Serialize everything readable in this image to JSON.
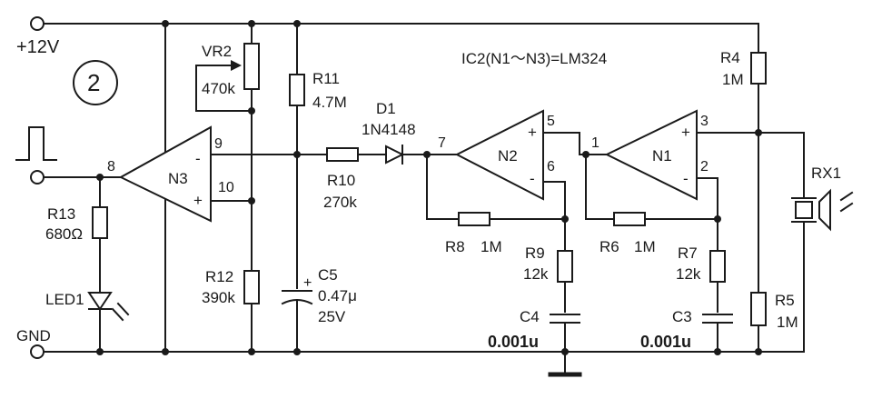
{
  "colors": {
    "ink": "#1a1a1a",
    "paper": "#ffffff"
  },
  "title": {
    "figure_number": "2",
    "ic_note": "IC2(N1～N3)=LM324"
  },
  "power": {
    "vcc": "+12V",
    "gnd": "GND"
  },
  "opamps": {
    "n1": {
      "name": "N1",
      "pin_plus": "3",
      "pin_minus": "2",
      "pin_out": "1"
    },
    "n2": {
      "name": "N2",
      "pin_plus": "5",
      "pin_minus": "6",
      "pin_out": "7"
    },
    "n3": {
      "name": "N3",
      "pin_out": "8",
      "pin_minus": "9",
      "pin_plus": "10"
    }
  },
  "components": {
    "vr2": {
      "ref": "VR2",
      "value": "470k"
    },
    "r11": {
      "ref": "R11",
      "value": "4.7M"
    },
    "d1": {
      "ref": "D1",
      "value": "1N4148"
    },
    "r10": {
      "ref": "R10",
      "value": "270k"
    },
    "r12": {
      "ref": "R12",
      "value": "390k"
    },
    "c5": {
      "ref": "C5",
      "value": "0.47μ",
      "voltage": "25V"
    },
    "r13": {
      "ref": "R13",
      "value": "680Ω"
    },
    "led1": {
      "ref": "LED1"
    },
    "r8": {
      "ref": "R8",
      "value": "1M"
    },
    "r9": {
      "ref": "R9",
      "value": "12k"
    },
    "c4": {
      "ref": "C4",
      "value": "0.001u"
    },
    "r6": {
      "ref": "R6",
      "value": "1M"
    },
    "r7": {
      "ref": "R7",
      "value": "12k"
    },
    "c3": {
      "ref": "C3",
      "value": "0.001u"
    },
    "r4": {
      "ref": "R4",
      "value": "1M"
    },
    "r5": {
      "ref": "R5",
      "value": "1M"
    },
    "rx1": {
      "ref": "RX1"
    }
  }
}
